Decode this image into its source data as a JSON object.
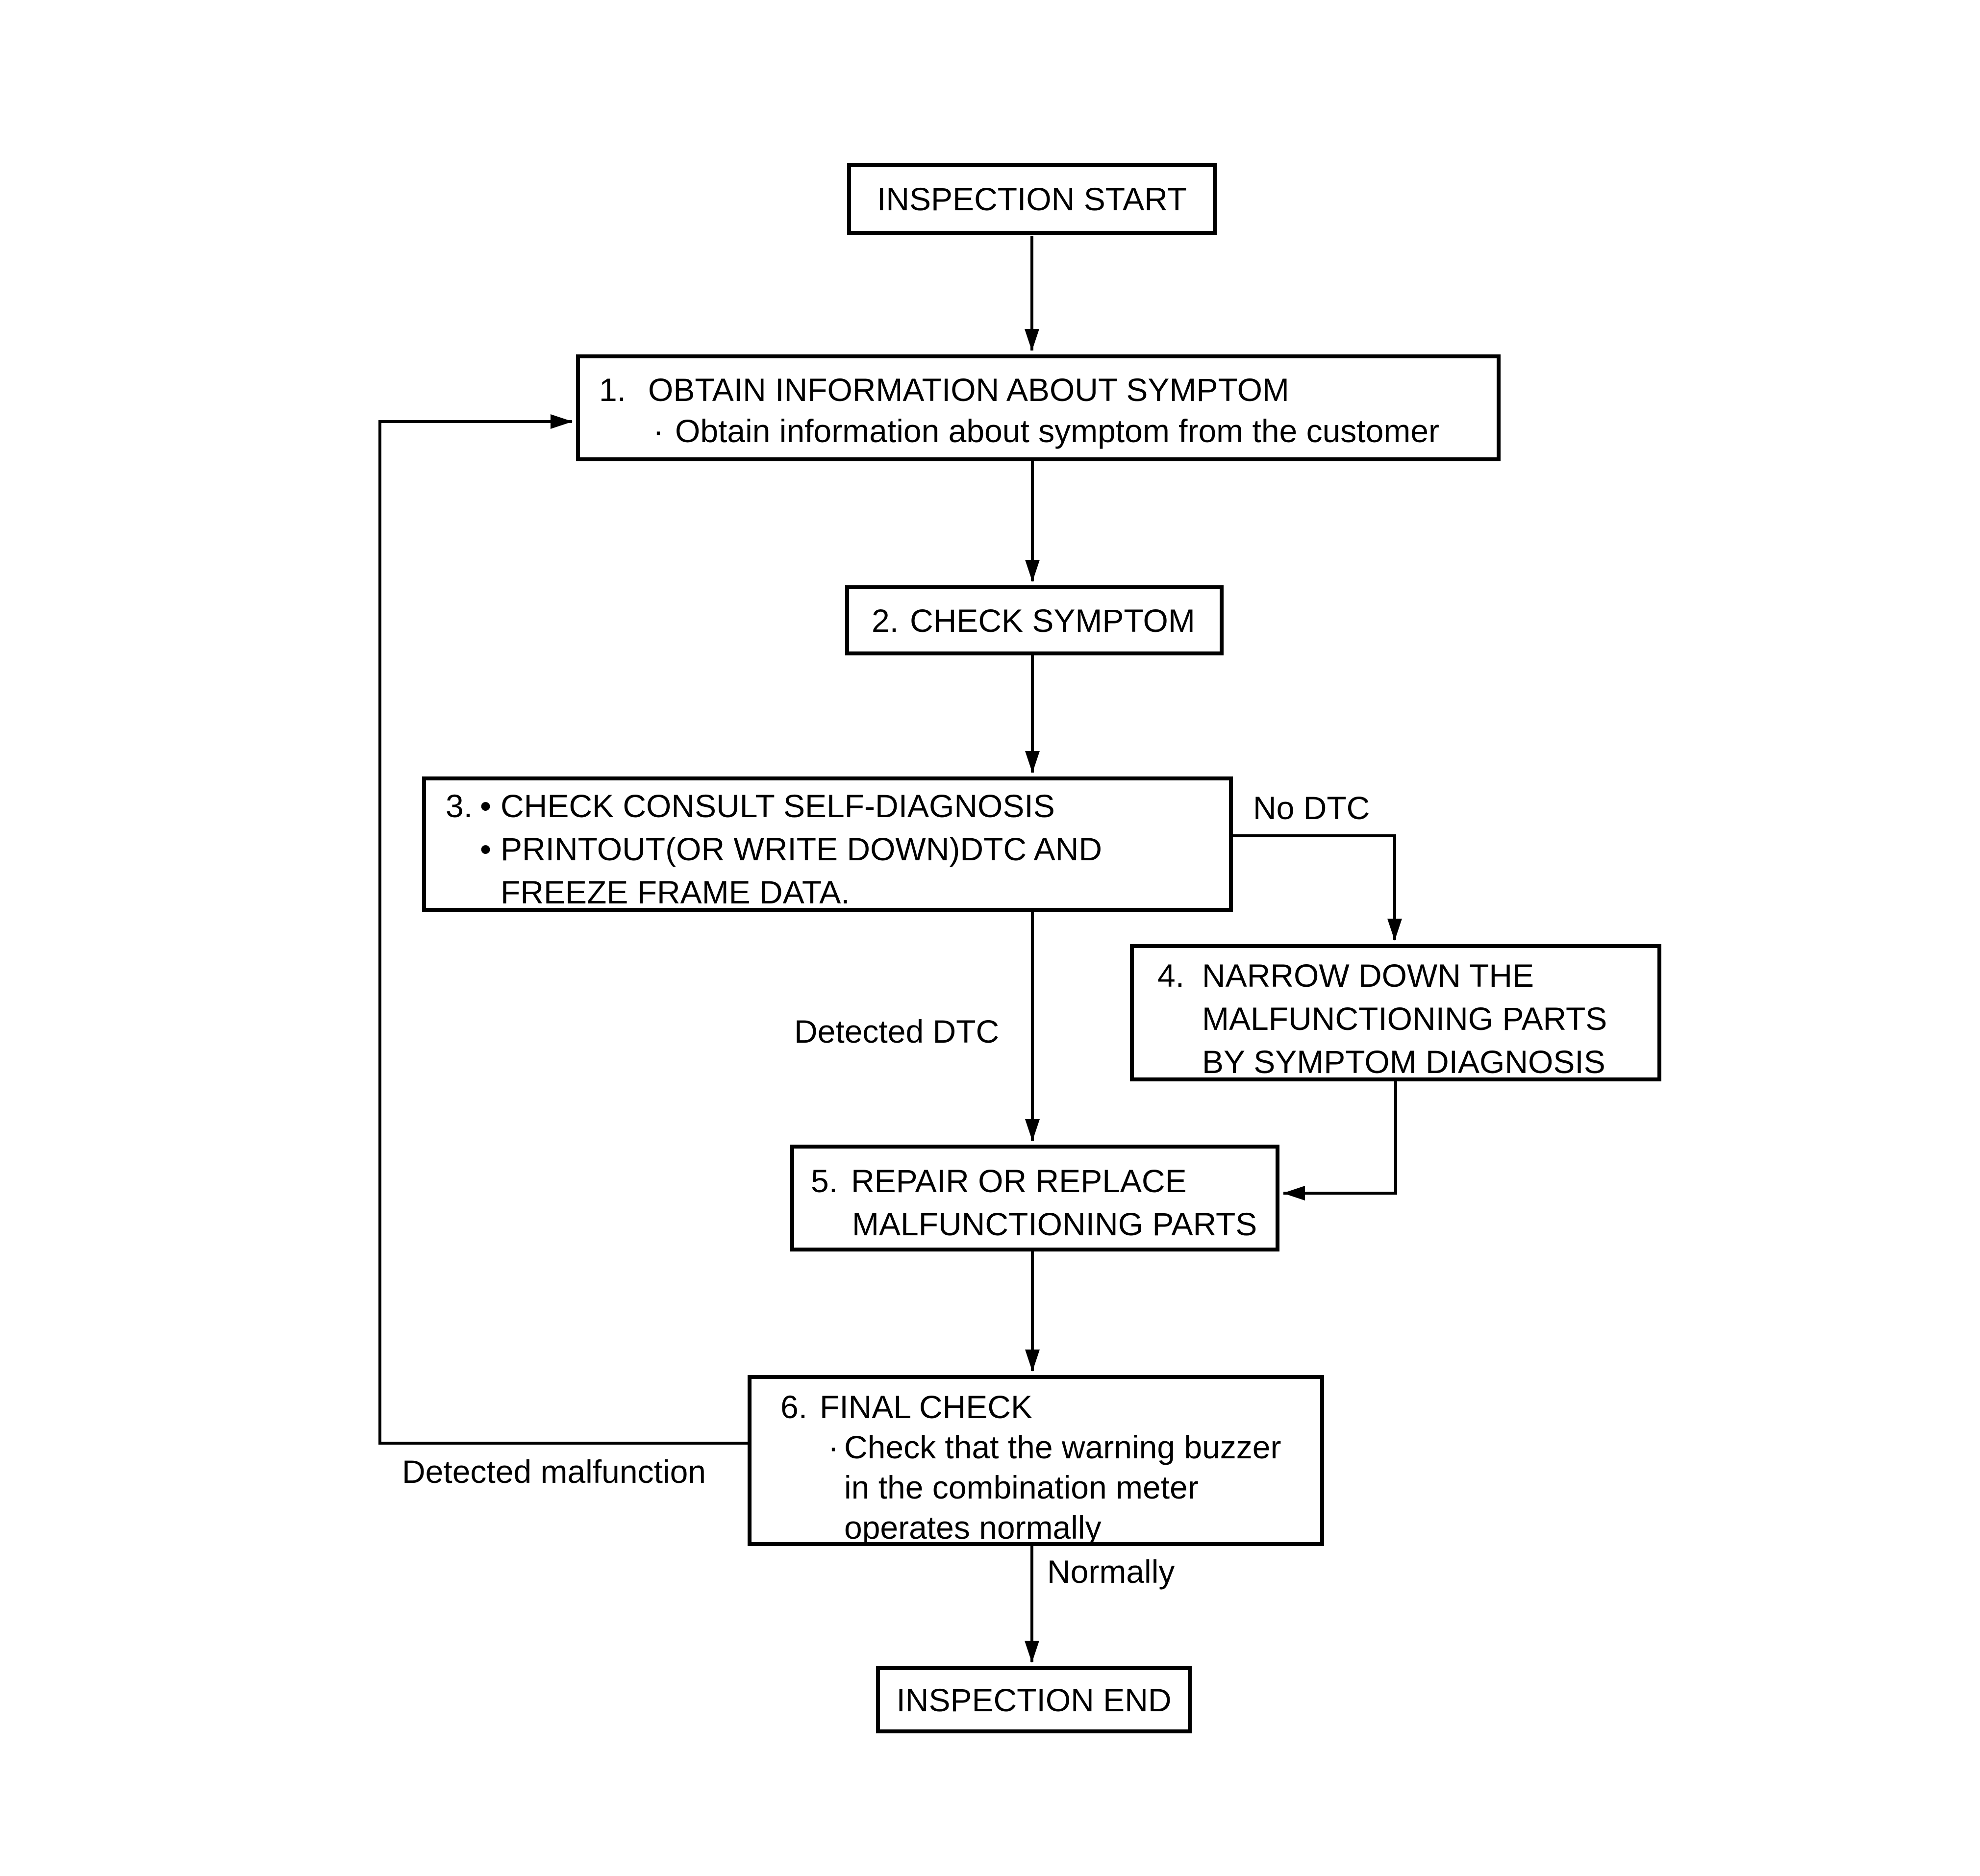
{
  "diagram": {
    "colors": {
      "ink": "#000000",
      "background": "#ffffff"
    },
    "nodes": {
      "start": {
        "label": "INSPECTION START"
      },
      "step1": {
        "number": "1.",
        "title": "OBTAIN INFORMATION ABOUT SYMPTOM",
        "bullet": "·",
        "note": "Obtain information about symptom from the customer"
      },
      "step2": {
        "number": "2.",
        "title": "CHECK SYMPTOM"
      },
      "step3": {
        "number": "3.",
        "bullet1": "•",
        "line1": "CHECK CONSULT SELF-DIAGNOSIS",
        "bullet2": "•",
        "line2": "PRINTOUT(OR WRITE DOWN)DTC AND",
        "line3": "FREEZE FRAME DATA."
      },
      "step4": {
        "number": "4.",
        "line1": "NARROW DOWN THE",
        "line2": "MALFUNCTIONING PARTS",
        "line3": "BY SYMPTOM DIAGNOSIS"
      },
      "step5": {
        "number": "5.",
        "line1": "REPAIR OR REPLACE",
        "line2": "MALFUNCTIONING PARTS"
      },
      "step6": {
        "number": "6.",
        "title": "FINAL CHECK",
        "bullet": "·",
        "detail1": "Check that the warning buzzer",
        "detail2": "in the combination meter",
        "detail3": "operates normally"
      },
      "end": {
        "label": "INSPECTION END"
      }
    },
    "edge_labels": {
      "no_dtc": "No DTC",
      "detected_dtc": "Detected DTC",
      "detected_malfunction": "Detected malfunction",
      "normally": "Normally"
    }
  }
}
